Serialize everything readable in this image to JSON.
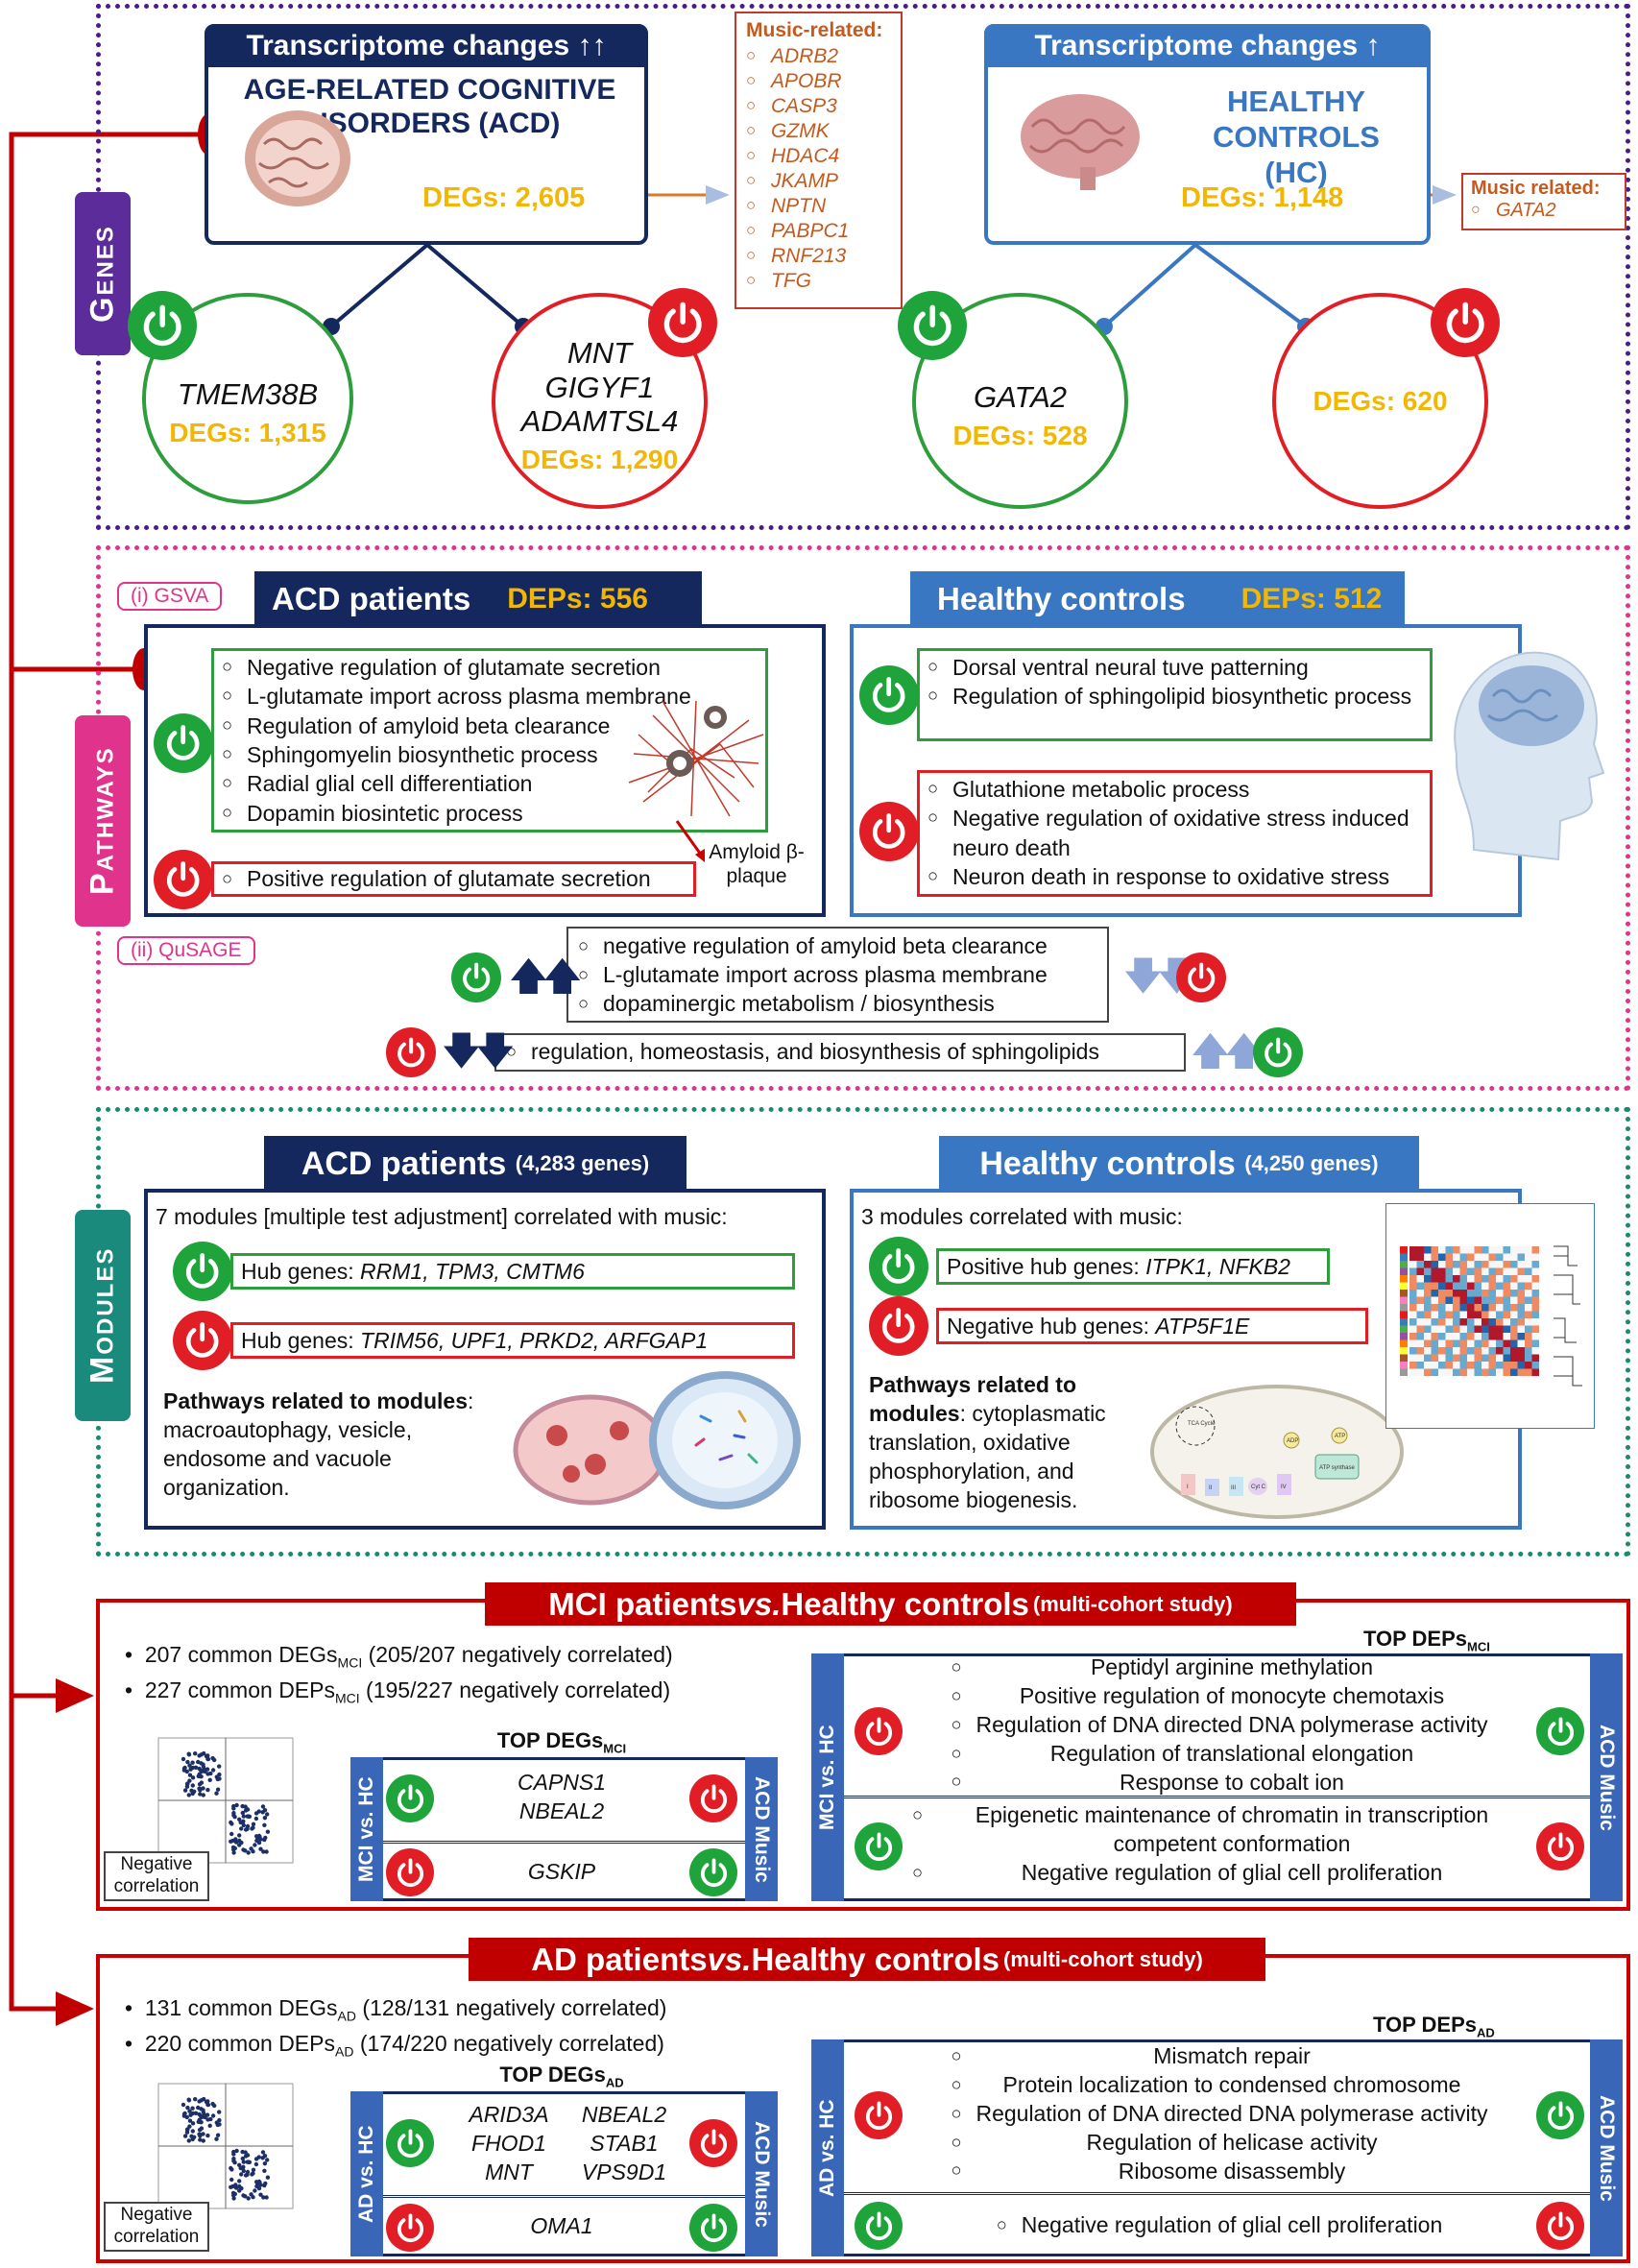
{
  "genes": {
    "tab": "Genes",
    "acd_header": "Transcriptome changes ↑↑",
    "acd_title": "AGE-RELATED COGNITIVE DISORDERS (ACD)",
    "acd_degs": "DEGs: 2,605",
    "music_related_title": "Music-related:",
    "music_related_genes": [
      "ADRB2",
      "APOBR",
      "CASP3",
      "GZMK",
      "HDAC4",
      "JKAMP",
      "NPTN",
      "PABPC1",
      "RNF213",
      "TFG"
    ],
    "hc_header": "Transcriptome changes ↑",
    "hc_title": "HEALTHY CONTROLS (HC)",
    "hc_degs": "DEGs: 1,148",
    "hc_music_title": "Music related:",
    "hc_music_gene": "GATA2",
    "acd_up_gene": "TMEM38B",
    "acd_up_degs": "DEGs: 1,315",
    "acd_down_genes": [
      "MNT",
      "GIGYF1",
      "ADAMTSL4"
    ],
    "acd_down_degs": "DEGs: 1,290",
    "hc_up_gene": "GATA2",
    "hc_up_degs": "DEGs: 528",
    "hc_down_degs": "DEGs: 620"
  },
  "pathways": {
    "tab": "Pathways",
    "gsva_label": "(i) GSVA",
    "acd_header": "ACD patients",
    "acd_deps": "DEPs: 556",
    "hc_header": "Healthy controls",
    "hc_deps": "DEPs: 512",
    "acd_up": [
      "Negative regulation of glutamate secretion",
      "L-glutamate import across plasma membrane",
      "Regulation of amyloid beta clearance",
      "Sphingomyelin biosynthetic process",
      "Radial glial cell differentiation",
      "Dopamin biosintetic process"
    ],
    "acd_down": [
      "Positive regulation of glutamate secretion"
    ],
    "amyloid_label": "Amyloid β-plaque",
    "hc_up": [
      "Dorsal ventral neural tuve patterning",
      "Regulation of sphingolipid biosynthetic process"
    ],
    "hc_down": [
      "Glutathione metabolic process",
      "Negative regulation of oxidative stress induced neuro death",
      "Neuron death in response to oxidative stress"
    ],
    "qusage_label": "(ii) QuSAGE",
    "qusage_1": [
      "negative regulation of amyloid beta clearance",
      "L-glutamate import across plasma membrane",
      "dopaminergic metabolism / biosynthesis"
    ],
    "qusage_2": "regulation, homeostasis, and biosynthesis of sphingolipids"
  },
  "modules": {
    "tab": "Modules",
    "acd_header": "ACD patients",
    "acd_genes": "(4,283 genes)",
    "hc_header": "Healthy controls",
    "hc_genes": "(4,250 genes)",
    "acd_intro": "7 modules [multiple test adjustment] correlated with music:",
    "acd_hub_up_label": "Hub genes: ",
    "acd_hub_up": "RRM1, TPM3, CMTM6",
    "acd_hub_down_label": "Hub genes: ",
    "acd_hub_down": "TRIM56, UPF1, PRKD2, ARFGAP1",
    "acd_pathways_label": "Pathways related to modules",
    "acd_pathways": ": macroautophagy, vesicle, endosome and vacuole organization.",
    "hc_intro": "3 modules correlated with music:",
    "hc_hub_up_label": "Positive hub genes: ",
    "hc_hub_up": "ITPK1, NFKB2",
    "hc_hub_down_label": "Negative hub genes: ",
    "hc_hub_down": "ATP5F1E",
    "hc_pathways_label": "Pathways related to modules",
    "hc_pathways": ": cytoplasmatic translation, oxidative phosphorylation, and ribosome biogenesis.",
    "mito_labels": [
      "TCA Cycle",
      "ADP",
      "ATP",
      "ATP synthase",
      "I",
      "II",
      "III",
      "Cyt C",
      "IV"
    ]
  },
  "mci": {
    "banner_a": "MCI patients ",
    "banner_vs": "vs.",
    "banner_b": " Healthy controls ",
    "banner_c": "(multi-cohort study)",
    "bullet1": "207 common DEGs",
    "bullet1_sub": "MCI",
    "bullet1_rest": " (205/207 negatively correlated)",
    "bullet2": "227 common DEPs",
    "bullet2_sub": "MCI",
    "bullet2_rest": " (195/227 negatively correlated)",
    "neg_corr": "Negative correlation",
    "top_degs": "TOP DEGs",
    "top_degs_sub": "MCI",
    "left_label": "MCI vs. HC",
    "right_label": "ACD Music",
    "degs_up": [
      "CAPNS1",
      "NBEAL2"
    ],
    "degs_down": [
      "GSKIP"
    ],
    "top_deps": "TOP DEPs",
    "top_deps_sub": "MCI",
    "deps_group1": [
      "Peptidyl arginine methylation",
      "Positive regulation of monocyte chemotaxis",
      "Regulation of DNA directed DNA polymerase activity",
      "Regulation of translational elongation",
      "Response to cobalt ion"
    ],
    "deps_group2": [
      "Epigenetic maintenance of chromatin in transcription competent conformation",
      "Negative regulation of glial cell proliferation"
    ]
  },
  "ad": {
    "banner_a": "AD patients ",
    "banner_vs": "vs.",
    "banner_b": " Healthy controls ",
    "banner_c": "(multi-cohort study)",
    "bullet1": "131 common DEGs",
    "bullet1_sub": "AD",
    "bullet1_rest": " (128/131 negatively correlated)",
    "bullet2": "220 common DEPs",
    "bullet2_sub": "AD",
    "bullet2_rest": " (174/220 negatively correlated)",
    "neg_corr": "Negative correlation",
    "top_degs": "TOP DEGs",
    "top_degs_sub": "AD",
    "left_label": "AD vs. HC",
    "right_label": "ACD Music",
    "degs_up": [
      "ARID3A",
      "NBEAL2",
      "FHOD1",
      "STAB1",
      "MNT",
      "VPS9D1"
    ],
    "degs_down": [
      "OMA1"
    ],
    "top_deps": "TOP DEPs",
    "top_deps_sub": "AD",
    "deps_group1": [
      "Mismatch repair",
      "Protein localization to condensed chromosome",
      "Regulation of DNA directed DNA polymerase activity",
      "Regulation of helicase activity",
      "Ribosome disassembly"
    ],
    "deps_group2": [
      "Negative regulation of glial cell proliferation"
    ]
  },
  "colors": {
    "green": "#1fa33b",
    "red": "#e11e26",
    "navy": "#14285e",
    "blue": "#3a77c3",
    "yellow": "#f2b705",
    "orange": "#d87a2a",
    "purple": "#5b2c9a",
    "pink": "#e0348c",
    "teal": "#1a8a7d",
    "darkred": "#c00000"
  }
}
